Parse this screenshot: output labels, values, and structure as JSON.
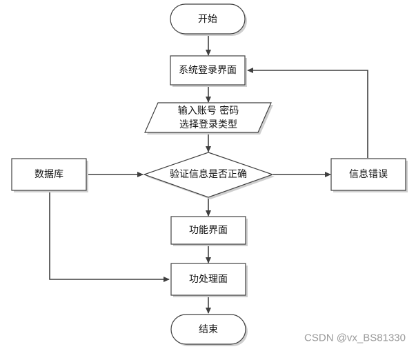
{
  "nodes": {
    "start": "开始",
    "login_ui": "系统登录界面",
    "input_line1": "输入账号 密码",
    "input_line2": "选择登录类型",
    "database": "数据库",
    "verify": "验证信息是否正确",
    "error": "信息错误",
    "function_ui": "功能界面",
    "process": "功处理面",
    "end": "结束"
  },
  "watermark": "CSDN @vx_BS81330",
  "colors": {
    "stroke": "#3f3f3f",
    "text": "#111111",
    "watermark": "#9a9a9a"
  }
}
